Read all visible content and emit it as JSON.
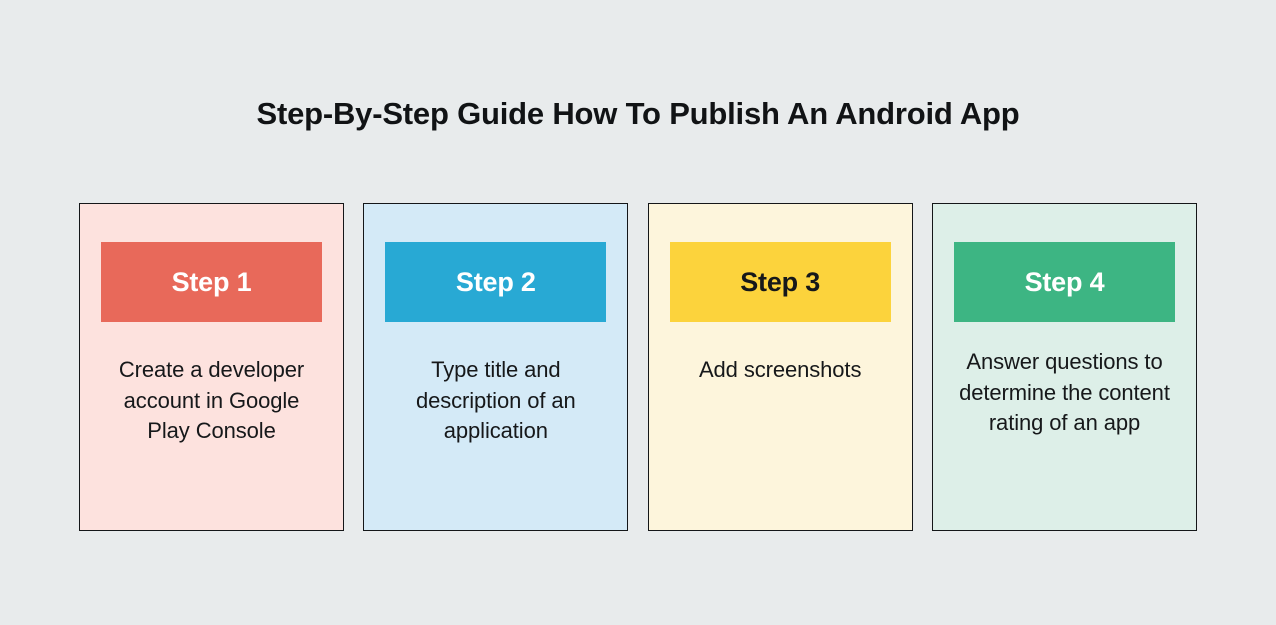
{
  "page": {
    "title": "Step-By-Step Guide How To Publish An Android App",
    "background_color": "#e8ebec",
    "title_color": "#111315"
  },
  "cards": [
    {
      "badge_label": "Step 1",
      "description": "Create a developer account in Google Play Console",
      "card_background": "#fde2de",
      "badge_background": "#e8695a",
      "badge_text_color": "#ffffff",
      "border_color": "#141618",
      "lines": 3
    },
    {
      "badge_label": "Step 2",
      "description": "Type title and description of an application",
      "card_background": "#d4eaf7",
      "badge_background": "#28a9d4",
      "badge_text_color": "#ffffff",
      "border_color": "#141618",
      "lines": 3
    },
    {
      "badge_label": "Step 3",
      "description": "Add screenshots",
      "card_background": "#fdf5dc",
      "badge_background": "#fcd33c",
      "badge_text_color": "#16181a",
      "border_color": "#141618",
      "lines": 1
    },
    {
      "badge_label": "Step 4",
      "description": "Answer questions to determine the content rating of an app",
      "card_background": "#ddefe8",
      "badge_background": "#3db583",
      "badge_text_color": "#ffffff",
      "border_color": "#141618",
      "lines": 4
    }
  ]
}
